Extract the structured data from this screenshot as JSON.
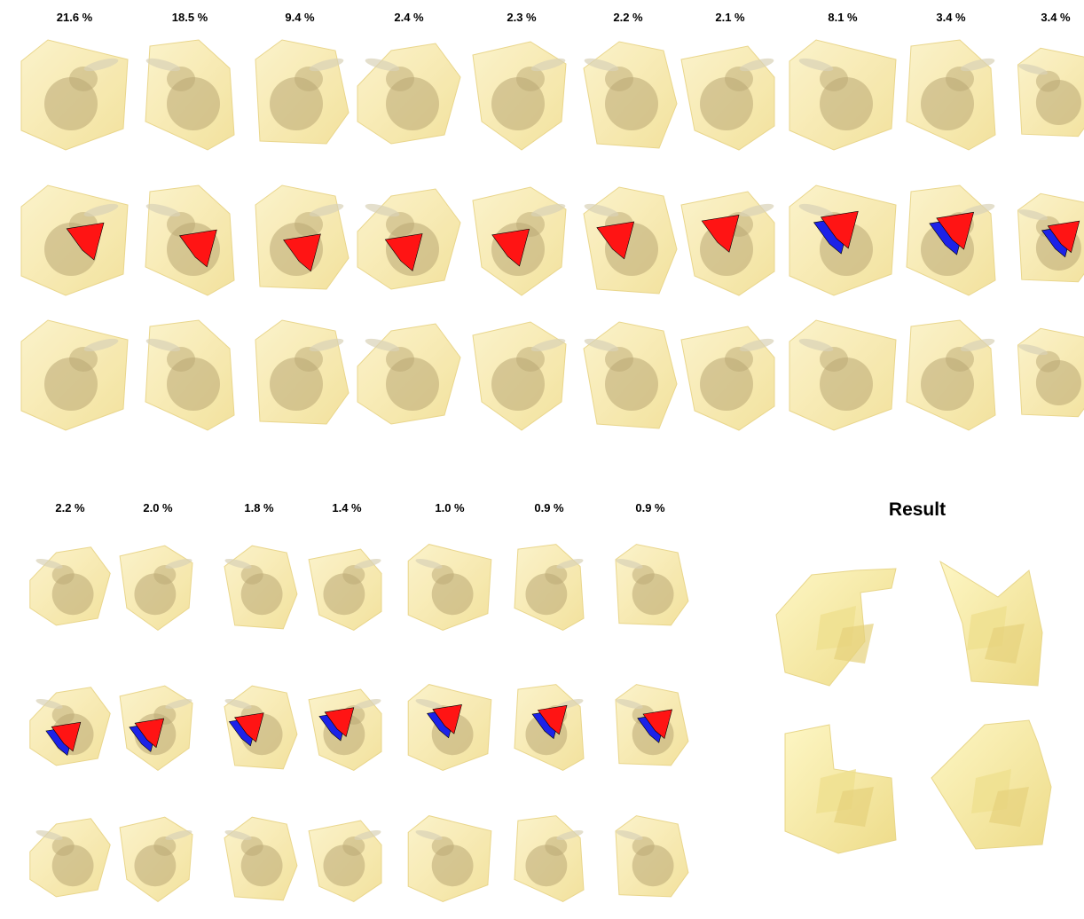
{
  "top_block": {
    "percentages": [
      "21.6 %",
      "18.5 %",
      "9.4 %",
      "2.4 %",
      "2.3 %",
      "2.2 %",
      "2.1 %",
      "8.1 %",
      "3.4 %",
      "3.4 %"
    ],
    "cut_colors": [
      [
        "red"
      ],
      [
        "red"
      ],
      [
        "red"
      ],
      [
        "red"
      ],
      [
        "red"
      ],
      [
        "red"
      ],
      [
        "red"
      ],
      [
        "red",
        "blue"
      ],
      [
        "red",
        "blue"
      ],
      [
        "red",
        "blue"
      ]
    ]
  },
  "bottom_block": {
    "percentages": [
      "2.2 %",
      "2.0 %",
      "1.8 %",
      "1.4 %",
      "1.0 %",
      "0.9 %",
      "0.9 %"
    ],
    "cut_colors": [
      [
        "red",
        "blue"
      ],
      [
        "red",
        "blue"
      ],
      [
        "red",
        "blue"
      ],
      [
        "red",
        "blue"
      ],
      [
        "red",
        "blue"
      ],
      [
        "red",
        "blue"
      ],
      [
        "red",
        "blue"
      ]
    ]
  },
  "result": {
    "title": "Result",
    "views": 4
  },
  "colors": {
    "hull": "#f6e7a3",
    "hull_edge": "#e6cf78",
    "bunny": "#b9a774",
    "cut_red": "#ff1414",
    "cut_blue": "#1c22e8",
    "result_body": "#f7eb9e"
  }
}
